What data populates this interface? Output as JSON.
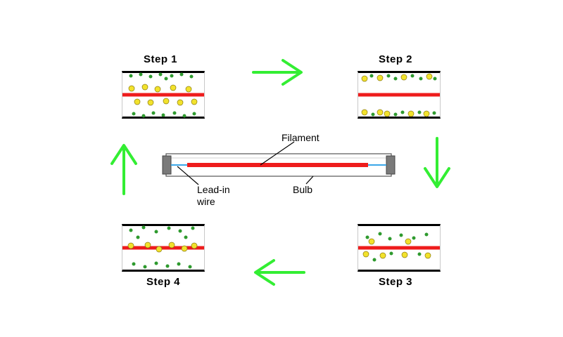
{
  "steps": [
    {
      "title": "Step 1"
    },
    {
      "title": "Step 2"
    },
    {
      "title": "Step 3"
    },
    {
      "title": "Step 4"
    }
  ],
  "labels": {
    "filament": "Filament",
    "bulb": "Bulb",
    "lead_in_line1": "Lead-in",
    "lead_in_line2": "wire"
  },
  "colors": {
    "arrow": "#33ee33",
    "filament": "#ee1c1c",
    "particle_yellow": "#f2e22c",
    "particle_green": "#2e9a2e"
  }
}
